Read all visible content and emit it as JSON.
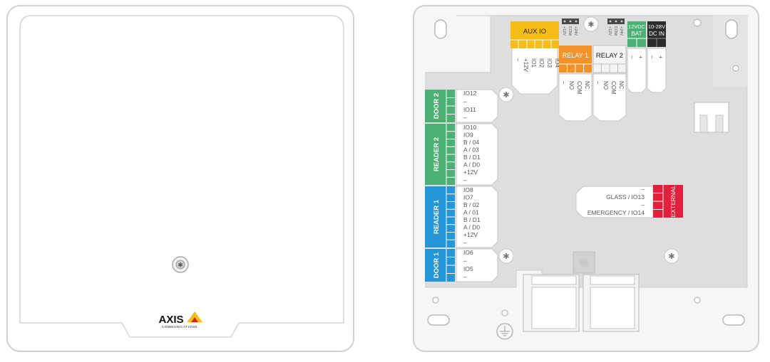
{
  "front_cover": {
    "brand": "AXIS",
    "brand_sub": "COMMUNICATIONS"
  },
  "board": {
    "aux_io": {
      "label": "AUX IO",
      "pins": [
        "–",
        "+12V",
        "IO1",
        "IO2",
        "IO3",
        "IO4"
      ]
    },
    "jumpers": {
      "left": [
        "+12V",
        "COM",
        "+24V"
      ],
      "right": [
        "+12V",
        "COM",
        "+24V"
      ]
    },
    "relay1": {
      "label": "RELAY 1",
      "pins": [
        "–",
        "NO",
        "COM",
        "NC"
      ]
    },
    "relay2": {
      "label": "RELAY 2",
      "pins": [
        "–",
        "NO",
        "COM",
        "NC"
      ]
    },
    "bat": {
      "line1": "12VDC",
      "line2": "BAT",
      "pins": [
        "–",
        "+"
      ]
    },
    "dcin": {
      "line1": "10-28V",
      "line2": "DC IN",
      "pins": [
        "–",
        "+"
      ]
    },
    "door2": {
      "label": "DOOR 2",
      "pins": [
        "IO12",
        "–",
        "IO11",
        "–"
      ]
    },
    "reader2": {
      "label": "READER 2",
      "pins": [
        "IO10",
        "IO9",
        "B / 04",
        "A / 03",
        "B / D1",
        "A / D0",
        "+12V",
        "–"
      ]
    },
    "reader1": {
      "label": "READER 1",
      "pins": [
        "IO8",
        "IO7",
        "B / 02",
        "A / 01",
        "B / D1",
        "A / D0",
        "+12V",
        "–"
      ]
    },
    "door1": {
      "label": "DOOR 1",
      "pins": [
        "IO6",
        "–",
        "IO5",
        "–"
      ]
    },
    "external": {
      "label": "EXTERNAL",
      "pins": [
        "–",
        "GLASS / IO13",
        "–",
        "EMERGENCY / IO14"
      ]
    }
  },
  "colors": {
    "green": "#4caf73",
    "yellow": "#f6bd19",
    "orange": "#f2922b",
    "blue": "#2495d6",
    "red": "#e2203b",
    "dark": "#2b2b2b",
    "board_gray": "#dedede"
  }
}
